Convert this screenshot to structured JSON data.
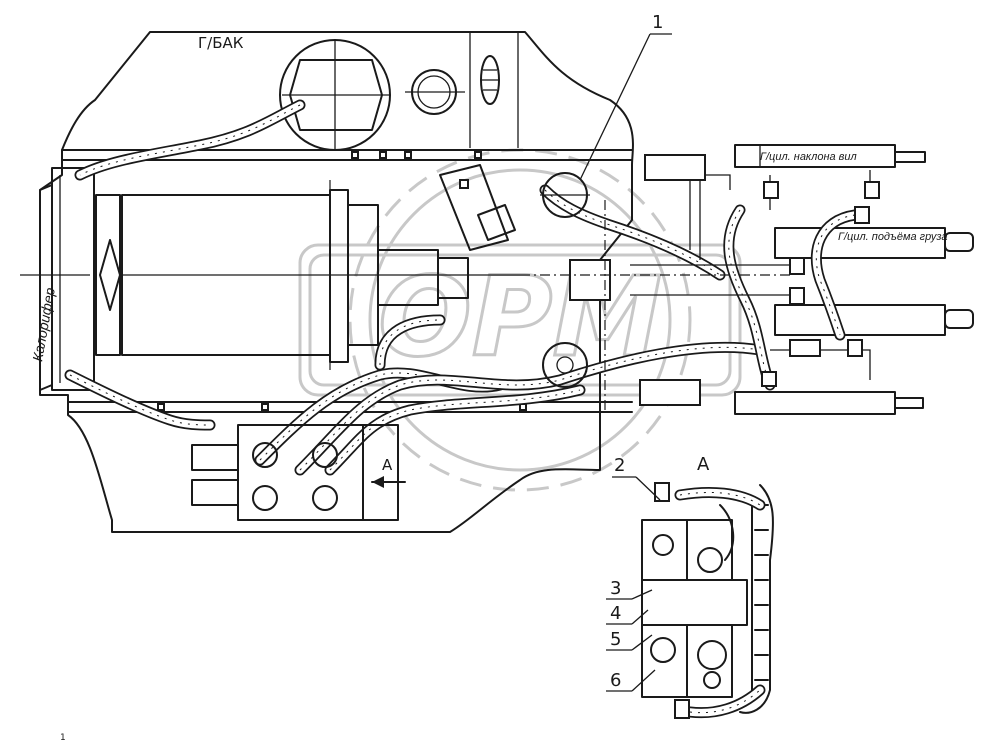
{
  "labels": {
    "tank": "Г/БАК",
    "heater": "Калорифер",
    "tilt_cylinder": "Г/цил. наклона вил",
    "lift_cylinder": "Г/цил. подъёма груза",
    "view_arrow": "А",
    "view_title": "А"
  },
  "callouts": [
    "1",
    "2",
    "3",
    "4",
    "5",
    "6"
  ],
  "watermark": {
    "text": "ОРМ",
    "kind": "logo"
  },
  "margin_mark": "1"
}
